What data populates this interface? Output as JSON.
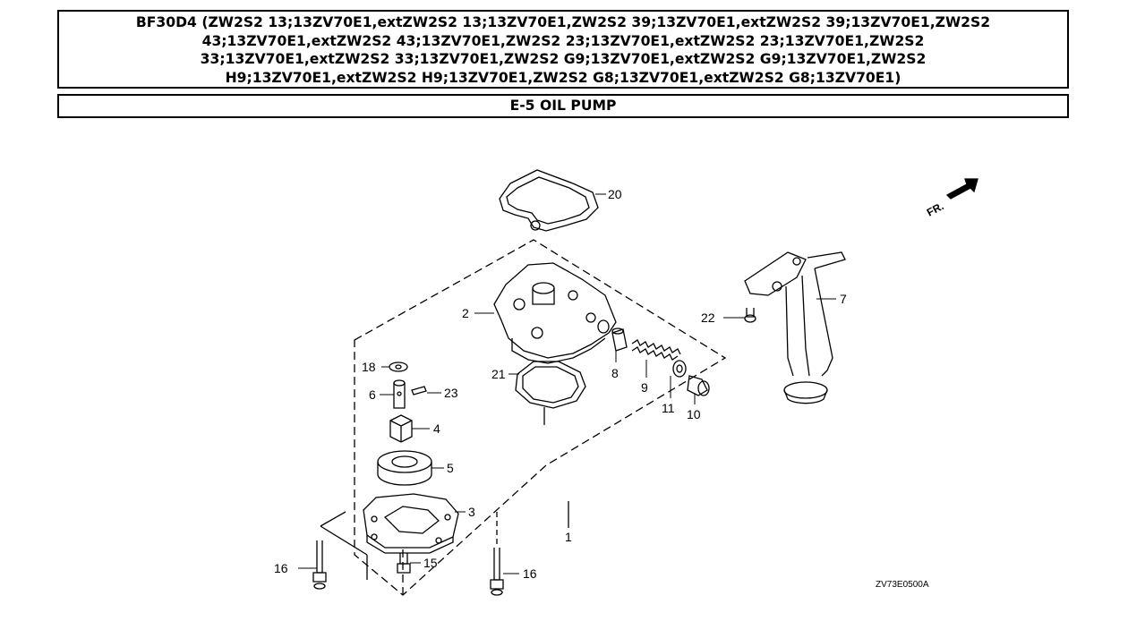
{
  "header": {
    "title_lines": [
      "BF30D4 (ZW2S2 13;13ZV70E1,extZW2S2 13;13ZV70E1,ZW2S2 39;13ZV70E1,extZW2S2 39;13ZV70E1,ZW2S2",
      "43;13ZV70E1,extZW2S2 43;13ZV70E1,ZW2S2 23;13ZV70E1,extZW2S2 23;13ZV70E1,ZW2S2",
      "33;13ZV70E1,extZW2S2 33;13ZV70E1,ZW2S2 G9;13ZV70E1,extZW2S2 G9;13ZV70E1,ZW2S2",
      "H9;13ZV70E1,extZW2S2 H9;13ZV70E1,ZW2S2 G8;13ZV70E1,extZW2S2 G8;13ZV70E1)"
    ],
    "section": "E-5 OIL PUMP"
  },
  "diagram": {
    "callouts": {
      "c20": "20",
      "c2": "2",
      "c21": "21",
      "c8": "8",
      "c9": "9",
      "c11": "11",
      "c10": "10",
      "c18": "18",
      "c6": "6",
      "c23": "23",
      "c4": "4",
      "c5": "5",
      "c3": "3",
      "c1": "1",
      "c16a": "16",
      "c15": "15",
      "c16b": "16",
      "c22": "22",
      "c7": "7"
    },
    "direction_label": "FR.",
    "diagram_code": "ZV73E0500A"
  }
}
